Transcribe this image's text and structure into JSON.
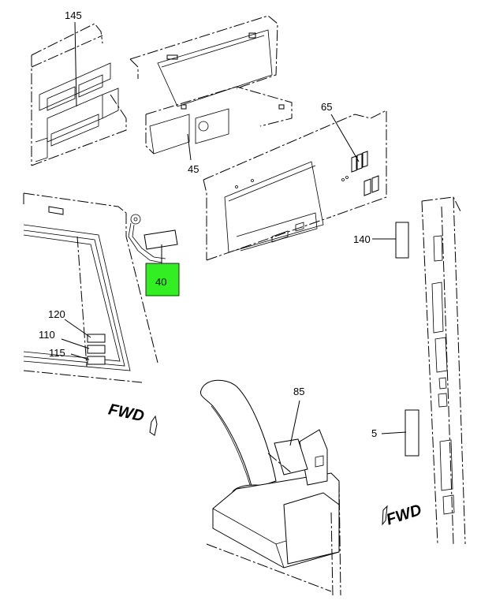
{
  "diagram": {
    "callouts": [
      {
        "id": "145",
        "label": "145"
      },
      {
        "id": "45",
        "label": "45"
      },
      {
        "id": "65",
        "label": "65"
      },
      {
        "id": "140",
        "label": "140"
      },
      {
        "id": "40",
        "label": "40"
      },
      {
        "id": "120",
        "label": "120"
      },
      {
        "id": "110",
        "label": "110"
      },
      {
        "id": "115",
        "label": "115"
      },
      {
        "id": "85",
        "label": "85"
      },
      {
        "id": "5",
        "label": "5"
      }
    ],
    "fwd_labels": [
      "FWD",
      "FWD"
    ],
    "highlight_color": "#33ee22",
    "highlighted_callout": "40"
  }
}
